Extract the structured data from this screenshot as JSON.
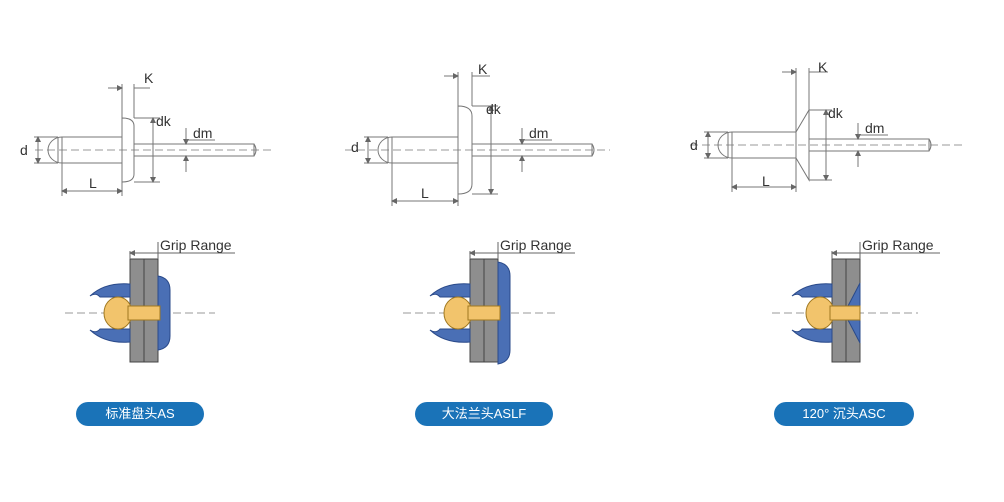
{
  "colors": {
    "accent": "#1a73b8",
    "line": "#666666",
    "rivet": "#4a6fb5",
    "plate": "#8e8e8e",
    "mandrel": "#f2c46c"
  },
  "labels": {
    "k": "K",
    "dk": "dk",
    "dm": "dm",
    "d": "d",
    "l": "L",
    "grip_range": "Grip Range"
  },
  "rivet_types": [
    {
      "name": "标准盘头AS"
    },
    {
      "name": "大法兰头ASLF"
    },
    {
      "name": "120° 沉头ASC"
    }
  ]
}
